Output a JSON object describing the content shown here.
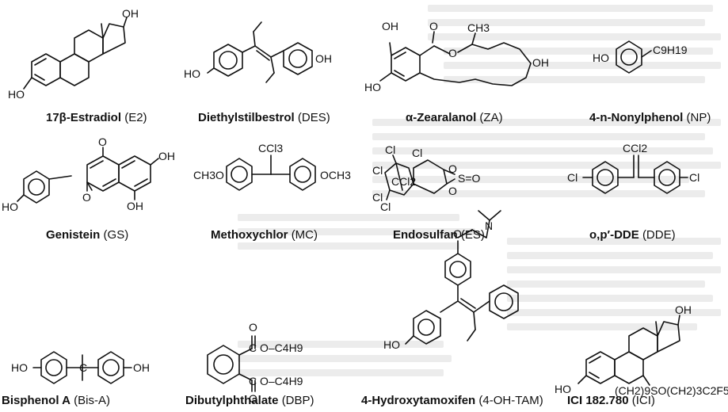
{
  "compounds": [
    {
      "name": "17β-Estradiol",
      "abbr": "(E2)"
    },
    {
      "name": "Diethylstilbestrol",
      "abbr": "(DES)"
    },
    {
      "name": "α-Zearalanol",
      "abbr": "(ZA)"
    },
    {
      "name": "4-n-Nonylphenol",
      "abbr": "(NP)"
    },
    {
      "name": "Genistein",
      "abbr": "(GS)"
    },
    {
      "name": "Methoxychlor",
      "abbr": "(MC)"
    },
    {
      "name": "Endosulfan",
      "abbr": "(ES)"
    },
    {
      "name": "o,p′-DDE",
      "abbr": "(DDE)"
    },
    {
      "name": "Bisphenol A",
      "abbr": "(Bis-A)"
    },
    {
      "name": "Dibutylphthalate",
      "abbr": "(DBP)"
    },
    {
      "name": "4-Hydroxytamoxifen",
      "abbr": "(4-OH-TAM)"
    },
    {
      "name": "ICI 182.780",
      "abbr": "(ICI)"
    }
  ],
  "atoms": {
    "oh": "OH",
    "ho": "HO",
    "o": "O",
    "ch3": "CH3",
    "c9h19": "C9H19",
    "ccl3": "CCl3",
    "ch3o": "CH3O",
    "och3": "OCH3",
    "cl": "Cl",
    "ccl2": "CCl2",
    "s_o": "S=O",
    "c": "C",
    "n": "N",
    "oc4h9": "O–C4H9",
    "ici_chain": "(CH2)9SO(CH2)3C2F5"
  }
}
